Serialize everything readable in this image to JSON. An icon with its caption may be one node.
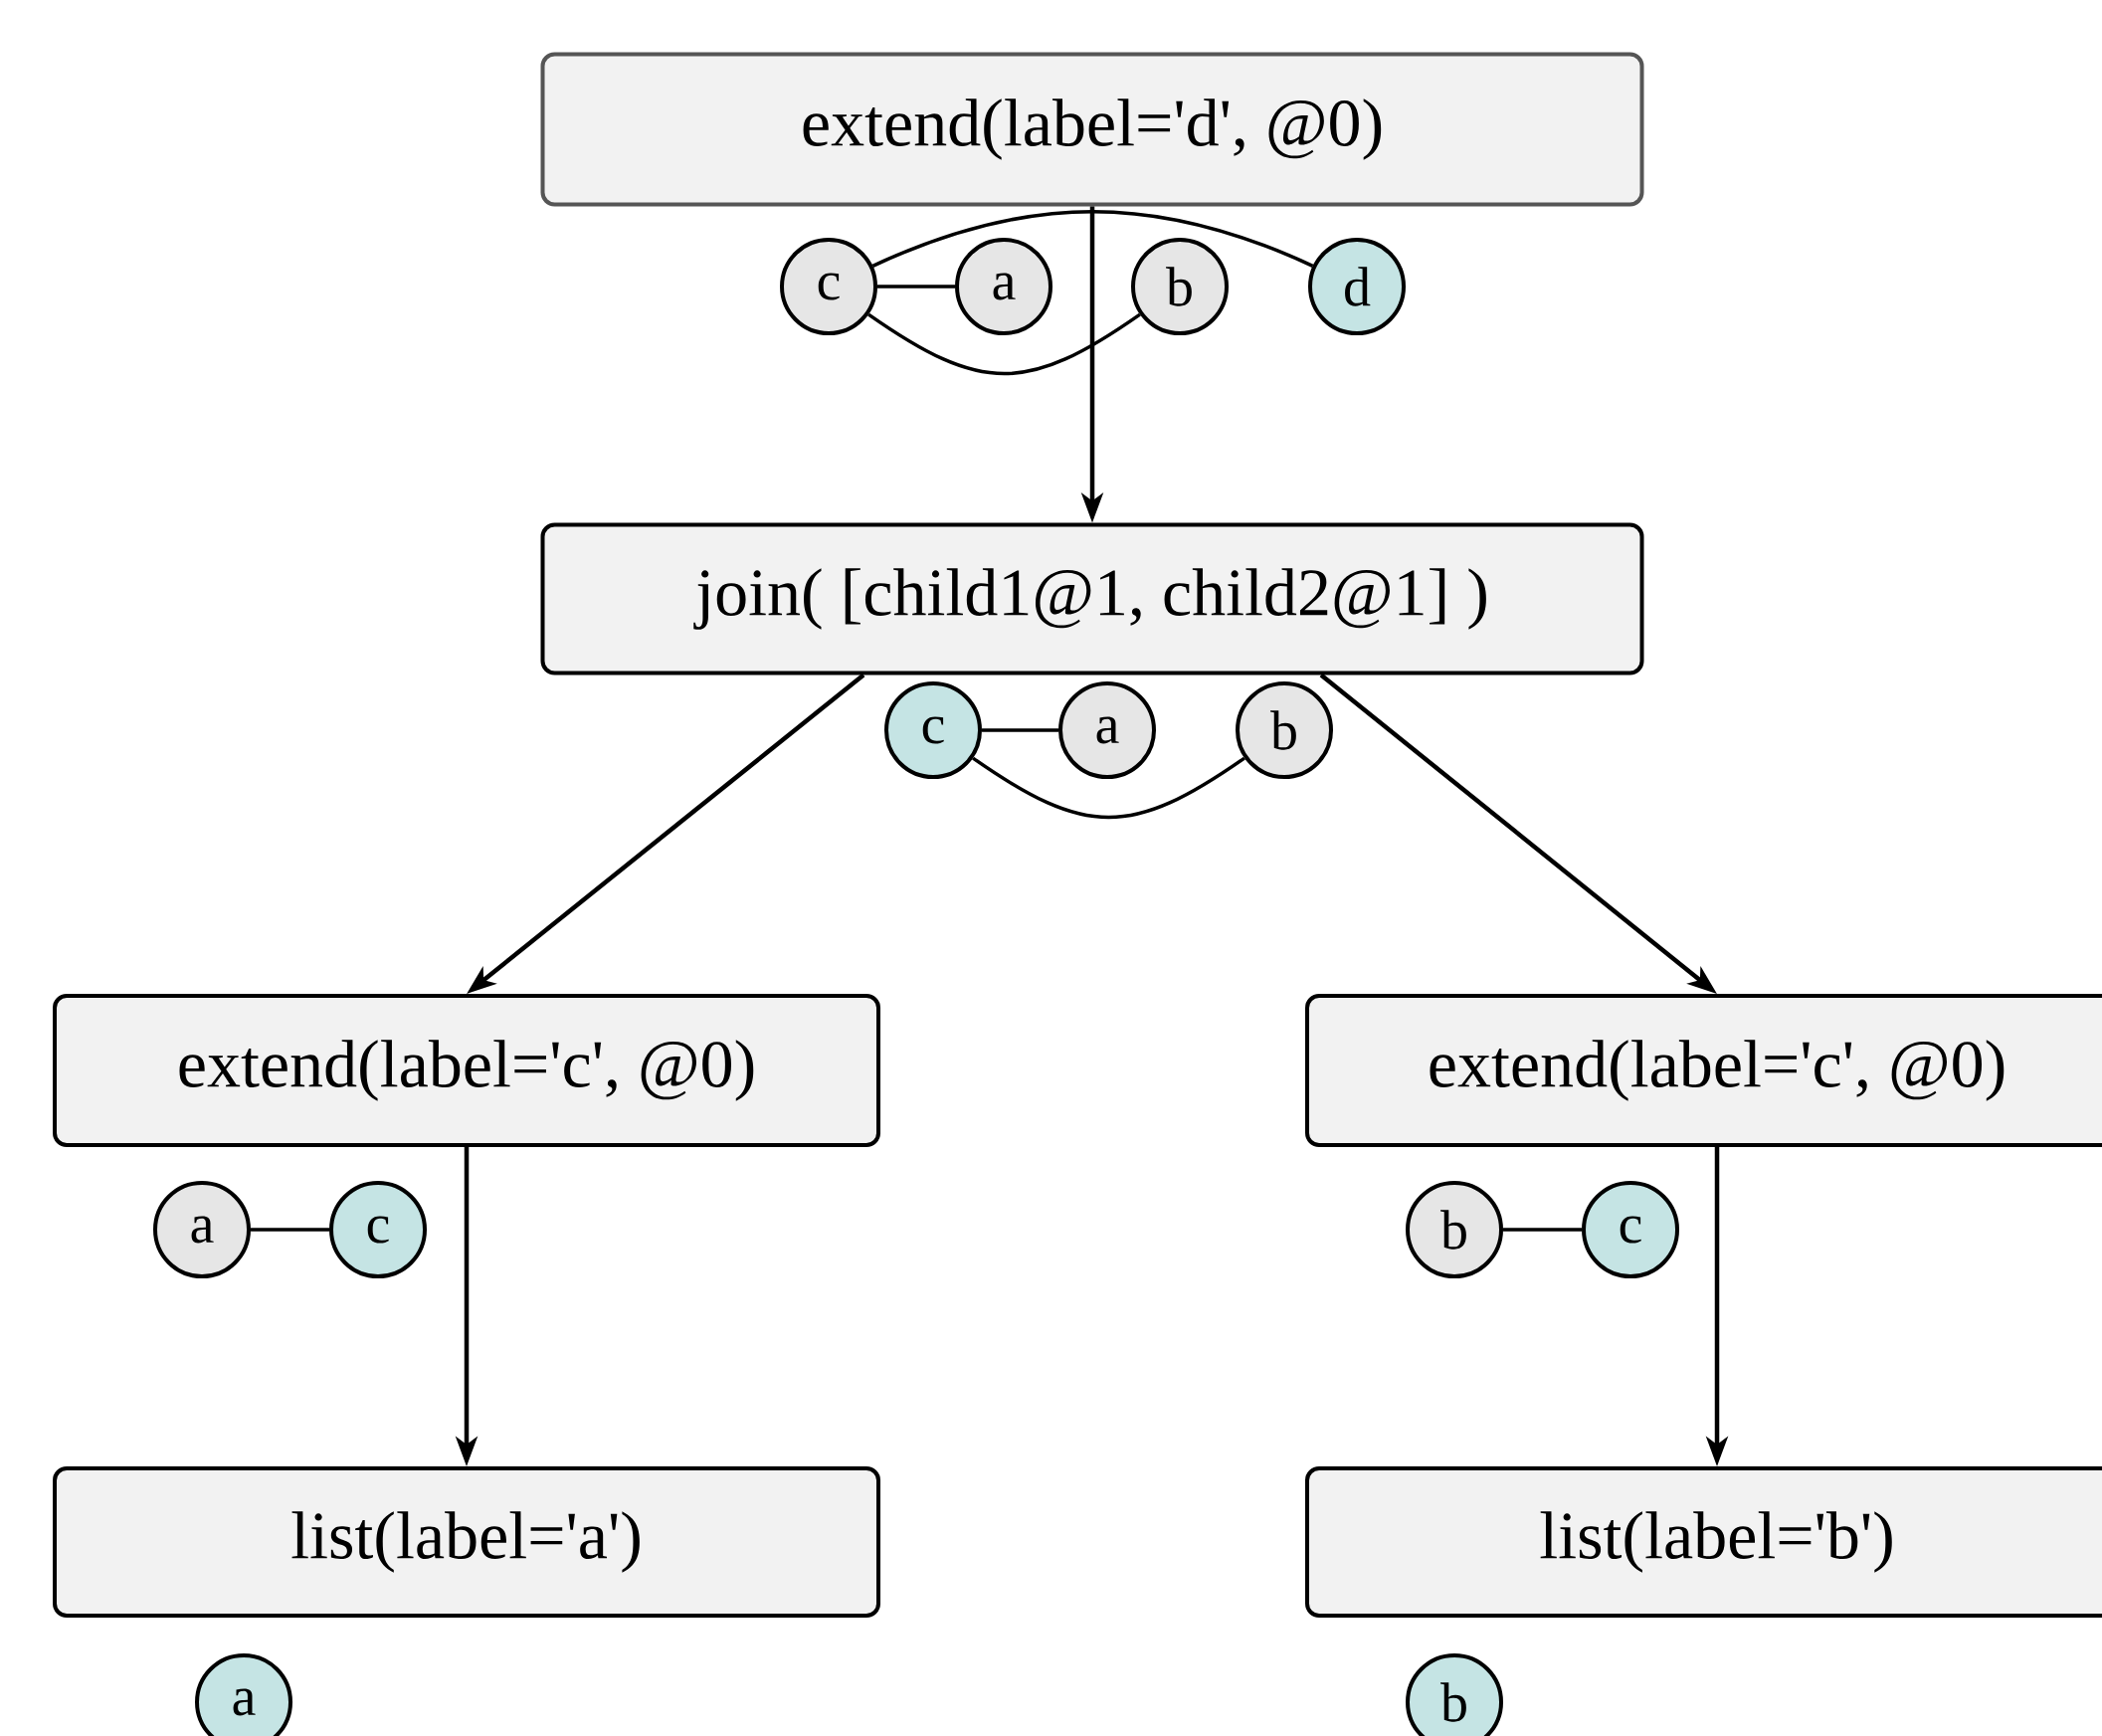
{
  "diagram": {
    "nodes": [
      {
        "text": [
          "extend(label='d', @0)"
        ]
      },
      {
        "text": [
          "c"
        ]
      },
      {
        "text": [
          "a"
        ]
      },
      {
        "text": [
          "b"
        ]
      },
      {
        "text": [
          "d"
        ]
      },
      {
        "text": [
          "join( [child1@1, child2@1] )"
        ]
      },
      {
        "text": [
          "c"
        ]
      },
      {
        "text": [
          "a"
        ]
      },
      {
        "text": [
          "b"
        ]
      },
      {
        "text": [
          "extend(label='c', @0)"
        ]
      },
      {
        "text": [
          "extend(label='c', @0)"
        ]
      },
      {
        "text": [
          "a"
        ]
      },
      {
        "text": [
          "c"
        ]
      },
      {
        "text": [
          "b"
        ]
      },
      {
        "text": [
          "c"
        ]
      },
      {
        "text": [
          "list(label='a')"
        ]
      },
      {
        "text": [
          "list(label='b')"
        ]
      },
      {
        "text": [
          "a"
        ]
      },
      {
        "text": [
          "b"
        ]
      }
    ],
    "edges": [
      {
        "from": 0,
        "to": 5,
        "arrow": "to"
      },
      {
        "from": 1,
        "to": 2,
        "arrow": "none"
      },
      {
        "from": 1,
        "to": 4,
        "arrow": "none"
      },
      {
        "from": 1,
        "to": 3,
        "arrow": "none"
      },
      {
        "from": 5,
        "to": 9,
        "arrow": "to"
      },
      {
        "from": 5,
        "to": 10,
        "arrow": "to"
      },
      {
        "from": 6,
        "to": 7,
        "arrow": "none"
      },
      {
        "from": 6,
        "to": 8,
        "arrow": "none"
      },
      {
        "from": 9,
        "to": 15,
        "arrow": "to"
      },
      {
        "from": 10,
        "to": 16,
        "arrow": "to"
      },
      {
        "from": 11,
        "to": 12,
        "arrow": "none"
      },
      {
        "from": 13,
        "to": 14,
        "arrow": "none"
      }
    ]
  }
}
